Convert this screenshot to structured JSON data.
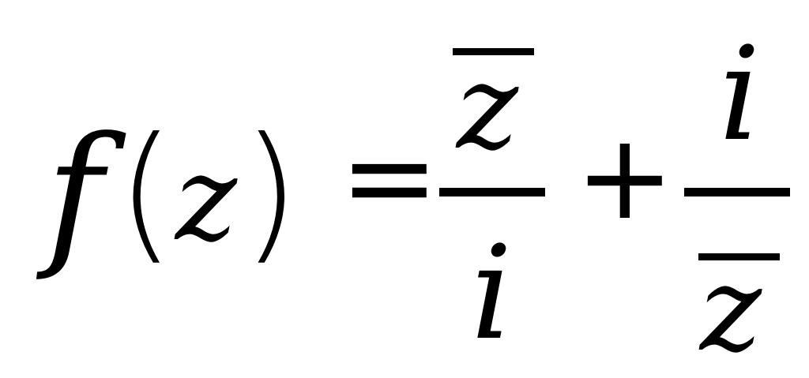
{
  "equation": {
    "function_name": "f",
    "open_paren": "(",
    "argument": "z",
    "close_paren": ")",
    "equals": "=",
    "term1": {
      "numerator": "z",
      "numerator_overline": true,
      "denominator": "i"
    },
    "plus": "+",
    "term2": {
      "numerator": "i",
      "denominator": "z",
      "denominator_overline": true
    }
  }
}
